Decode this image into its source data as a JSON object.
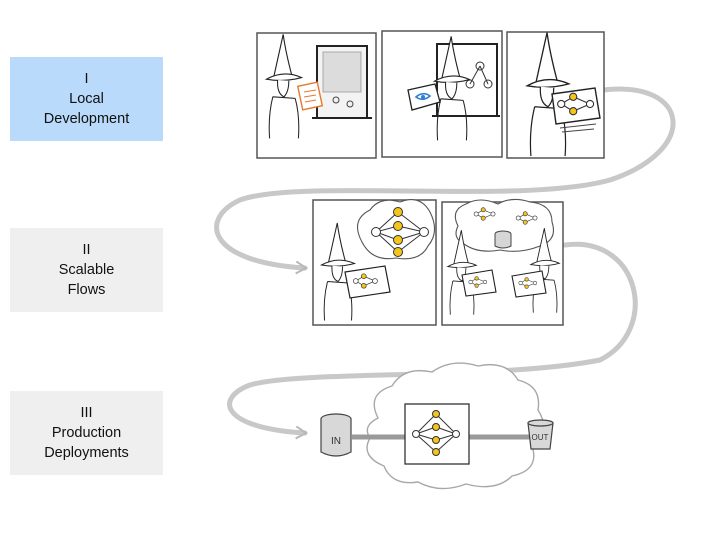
{
  "stages": [
    {
      "numeral": "I",
      "line1": "Local",
      "line2": "Development",
      "active": true
    },
    {
      "numeral": "II",
      "line1": "Scalable",
      "line2": "Flows",
      "active": false
    },
    {
      "numeral": "III",
      "line1": "Production",
      "line2": "Deployments",
      "active": false
    }
  ],
  "deployment": {
    "input_label": "IN",
    "output_label": "OUT"
  },
  "colors": {
    "active_stage": "#b9dafa",
    "inactive_stage": "#efefef",
    "node_yellow": "#f6c51c",
    "accent_orange": "#e8772e",
    "accent_blue": "#2f7fd6"
  }
}
